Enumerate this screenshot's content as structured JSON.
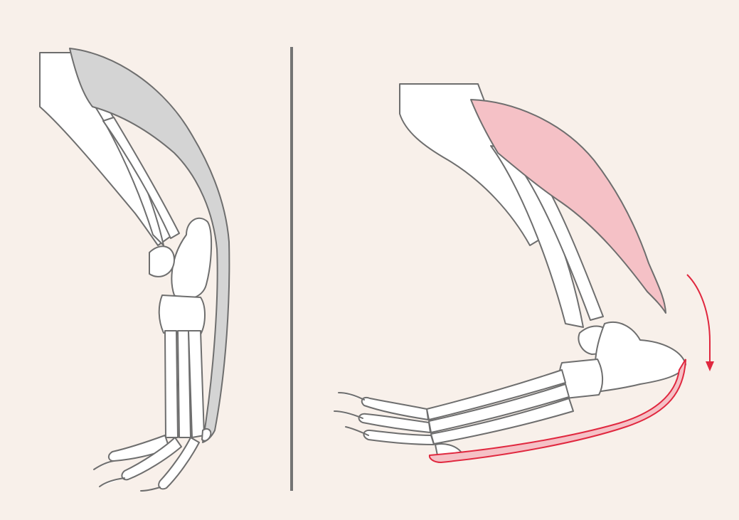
{
  "diagram": {
    "title": "",
    "panels": [
      {
        "id": "left",
        "state": "relaxed",
        "muscle_highlighted": false
      },
      {
        "id": "right",
        "state": "contracted",
        "muscle_highlighted": true
      }
    ],
    "divider": true,
    "arrow_direction": "down"
  },
  "colors": {
    "background": "#f8f0ea",
    "outline": "#6e6e6e",
    "bone_fill": "#ffffff",
    "muscle_neutral": "#d4d4d4",
    "muscle_active_fill": "#f5c1c6",
    "muscle_active_stroke": "#e0283f",
    "divider": "#747474"
  }
}
